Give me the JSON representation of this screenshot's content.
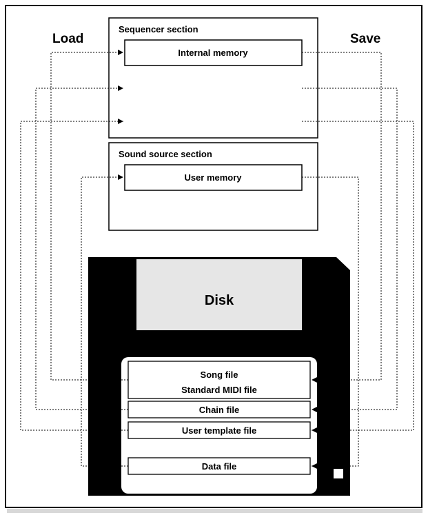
{
  "labels": {
    "load": "Load",
    "save": "Save"
  },
  "sequencer_section": {
    "title": "Sequencer section",
    "internal_memory": "Internal memory"
  },
  "sound_source_section": {
    "title": "Sound source section",
    "user_memory": "User memory"
  },
  "disk": {
    "label": "Disk",
    "files": {
      "song_file": "Song file",
      "standard_midi_file": "Standard MIDI file",
      "chain_file": "Chain file",
      "user_template_file": "User template file",
      "data_file": "Data file"
    }
  },
  "colors": {
    "ink": "#000000",
    "disk_body": "#000000",
    "disk_label_area": "#e6e6e6",
    "background": "#ffffff"
  }
}
